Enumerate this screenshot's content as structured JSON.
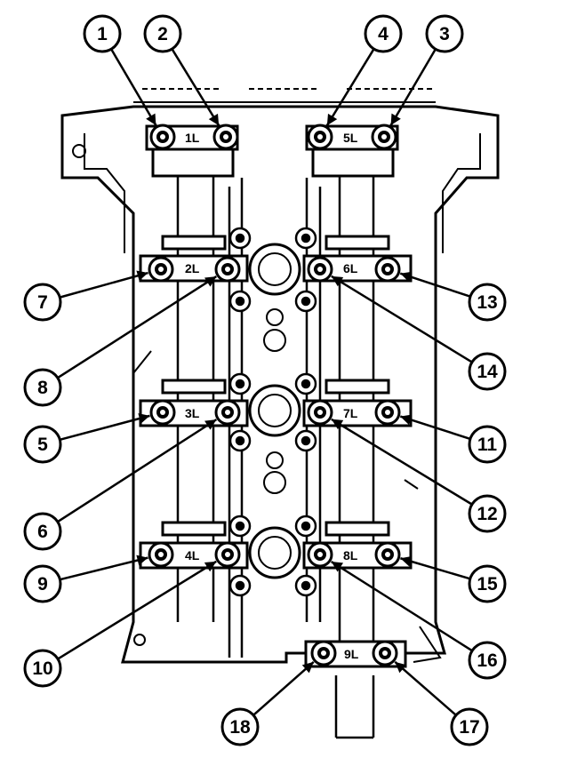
{
  "diagram": {
    "cap_labels": [
      "1L",
      "5L",
      "2L",
      "6L",
      "3L",
      "7L",
      "4L",
      "8L",
      "9L"
    ],
    "bolt_numbers": [
      "1",
      "2",
      "3",
      "4",
      "5",
      "6",
      "7",
      "8",
      "9",
      "10",
      "11",
      "12",
      "13",
      "14",
      "15",
      "16",
      "17",
      "18"
    ]
  }
}
